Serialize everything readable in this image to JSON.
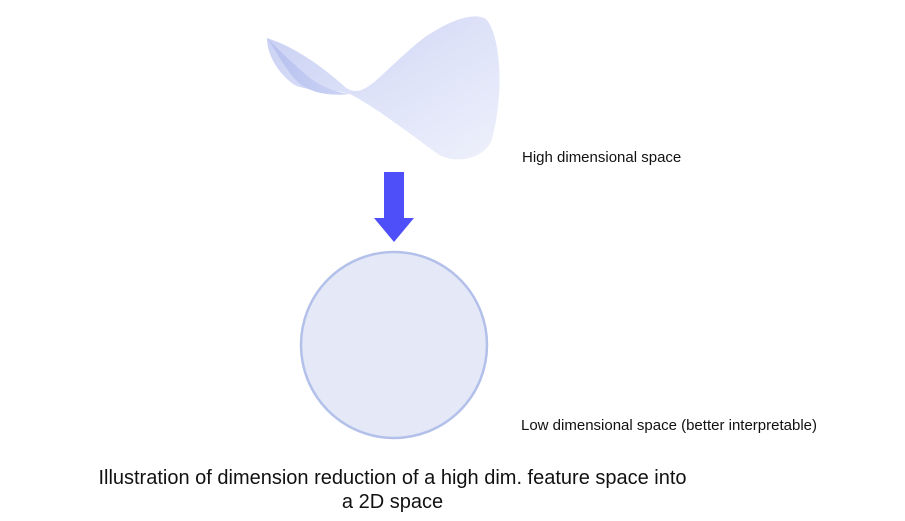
{
  "labels": {
    "high": "High dimensional space",
    "low": "Low dimensional space (better interpretable)"
  },
  "caption": {
    "line1": "Illustration of dimension reduction of a high dim. feature space into",
    "line2": "a 2D space"
  },
  "colors": {
    "surface_light": "#e8ebfa",
    "surface_dark": "#b8c2ee",
    "arrow": "#4f4ffa",
    "circle_fill": "#e5e9f7",
    "circle_stroke": "#b3c0ea"
  }
}
